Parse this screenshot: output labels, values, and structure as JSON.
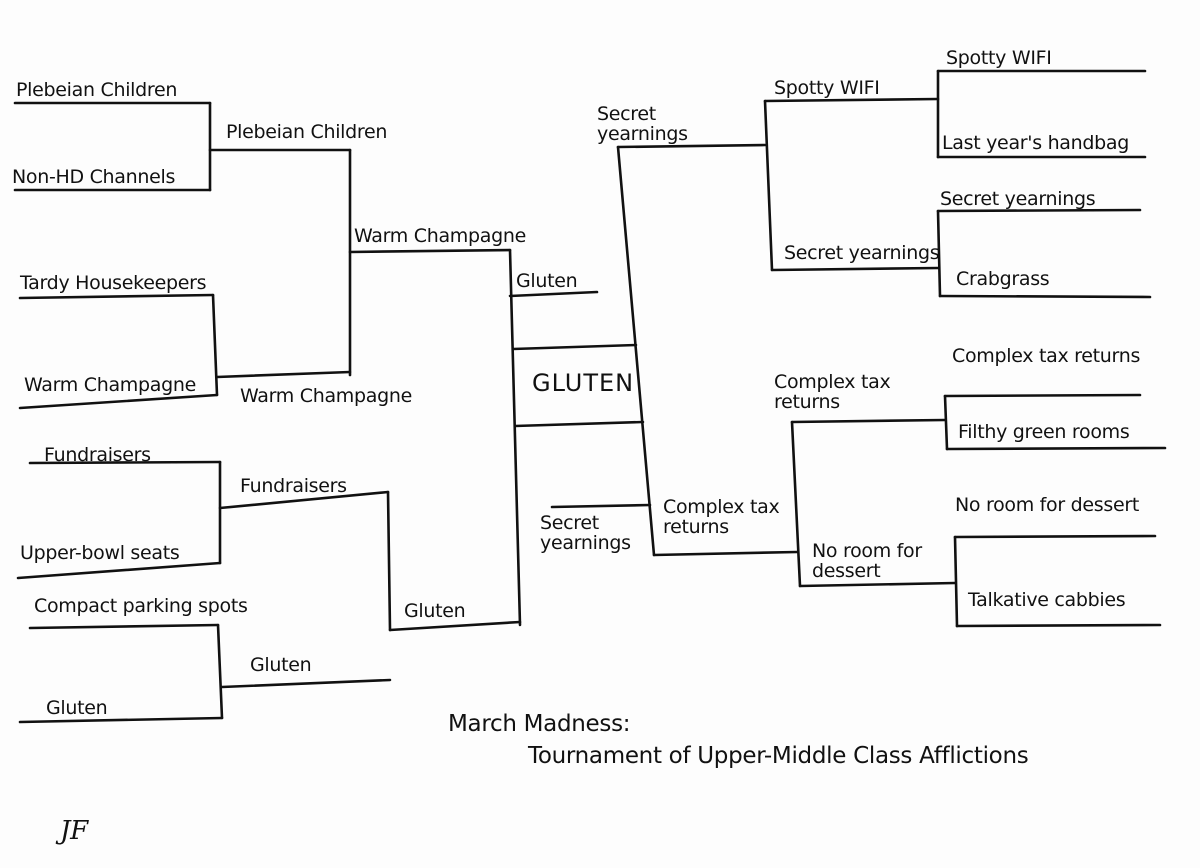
{
  "title": {
    "line1": "March Madness:",
    "line2": "Tournament of Upper-Middle Class Afflictions"
  },
  "signature": "JF",
  "champion": "GLUTEN",
  "left": {
    "round1": [
      "Plebeian Children",
      "Non-HD Channels",
      "Tardy Housekeepers",
      "Warm Champagne",
      "Fundraisers",
      "Upper-bowl seats",
      "Compact parking spots",
      "Gluten"
    ],
    "round2": [
      "Plebeian Children",
      "Warm Champagne",
      "Fundraisers",
      "Gluten"
    ],
    "round3": [
      "Warm Champagne",
      "Gluten"
    ],
    "final": "Gluten"
  },
  "right": {
    "round1": [
      "Spotty WIFI",
      "Last year's handbag",
      "Secret yearnings",
      "Crabgrass",
      "Complex tax returns",
      "Filthy green rooms",
      "No room for dessert",
      "Talkative cabbies"
    ],
    "round2": [
      "Spotty WIFI",
      "Secret yearnings",
      "Complex tax returns",
      "No room for dessert"
    ],
    "round3": [
      "Secret yearnings",
      "Complex tax returns"
    ],
    "final": "Secret yearnings"
  }
}
